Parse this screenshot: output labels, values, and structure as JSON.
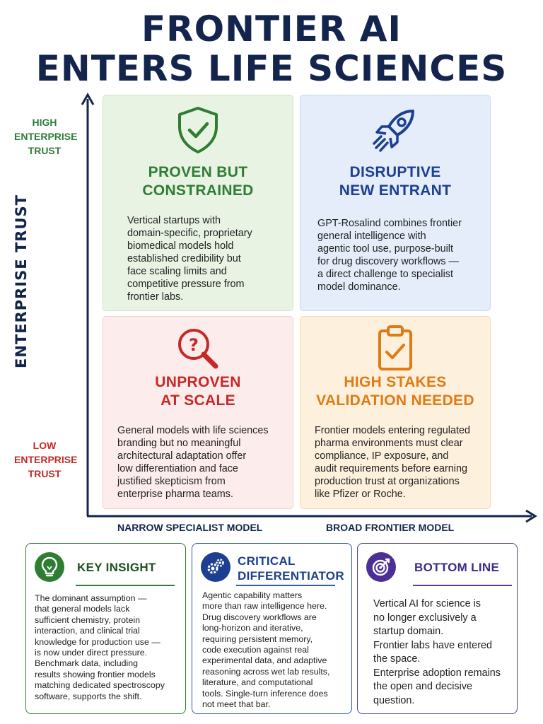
{
  "title": {
    "line1": "FRONTIER AI",
    "line2": "ENTERS LIFE SCIENCES"
  },
  "axes": {
    "y_title": "ENTERPRISE TRUST",
    "y_high": [
      "HIGH",
      "ENTERPRISE",
      "TRUST"
    ],
    "y_low": [
      "LOW",
      "ENTERPRISE",
      "TRUST"
    ],
    "x_left": "NARROW SPECIALIST MODEL",
    "x_right": "BROAD FRONTIER MODEL"
  },
  "colors": {
    "title": "#13254d",
    "green": "#2e7d32",
    "blue": "#1c3f91",
    "red": "#c62828",
    "orange": "#e07a12",
    "purple": "#4b2f94"
  },
  "quadrants": [
    {
      "icon": "shield-check-icon",
      "heading": [
        "PROVEN BUT",
        "CONSTRAINED"
      ],
      "body": [
        "Vertical startups with",
        "domain-specific, proprietary",
        "biomedical models hold",
        "established credibility but",
        "face scaling limits and",
        "competitive pressure from",
        "frontier labs."
      ]
    },
    {
      "icon": "rocket-icon",
      "heading": [
        "DISRUPTIVE",
        "NEW ENTRANT"
      ],
      "body": [
        "GPT-Rosalind combines frontier",
        "general intelligence with",
        "agentic tool use, purpose-built",
        "for drug discovery workflows —",
        "a direct challenge to specialist",
        "model dominance."
      ]
    },
    {
      "icon": "question-magnifier-icon",
      "heading": [
        "UNPROVEN",
        "AT SCALE"
      ],
      "body": [
        "General models with life sciences",
        "branding but no meaningful",
        "architectural adaptation offer",
        "low differentiation and face",
        "justified skepticism from",
        "enterprise pharma teams."
      ]
    },
    {
      "icon": "clipboard-check-icon",
      "heading": [
        "HIGH STAKES",
        "VALIDATION NEEDED"
      ],
      "body": [
        "Frontier models entering regulated",
        "pharma environments must clear",
        "compliance, IP exposure, and",
        "audit requirements before earning",
        "production trust at organizations",
        "like Pfizer or Roche."
      ]
    }
  ],
  "cards": [
    {
      "icon": "lightbulb-icon",
      "heading": [
        "KEY INSIGHT"
      ],
      "body": [
        "The dominant assumption —",
        "that general models lack",
        "sufficient chemistry, protein",
        "interaction, and clinical trial",
        "knowledge for production use —",
        "is now under direct pressure.",
        "Benchmark data, including",
        "results showing frontier models",
        "matching dedicated spectroscopy",
        "software, supports the shift."
      ]
    },
    {
      "icon": "gears-icon",
      "heading": [
        "CRITICAL",
        "DIFFERENTIATOR"
      ],
      "body": [
        "Agentic capability matters",
        "more than raw intelligence here.",
        "Drug discovery workflows are",
        "long-horizon and iterative,",
        "requiring persistent memory,",
        "code execution against real",
        "experimental data, and adaptive",
        "reasoning across wet lab results,",
        "literature, and computational",
        "tools. Single-turn inference does",
        "not meet that bar."
      ]
    },
    {
      "icon": "target-icon",
      "heading": [
        "BOTTOM LINE"
      ],
      "body": [
        "Vertical AI for science is",
        "no longer exclusively a",
        "startup domain.",
        "Frontier labs have entered",
        "the space.",
        "Enterprise adoption remains",
        "the open and decisive",
        "question."
      ]
    }
  ]
}
